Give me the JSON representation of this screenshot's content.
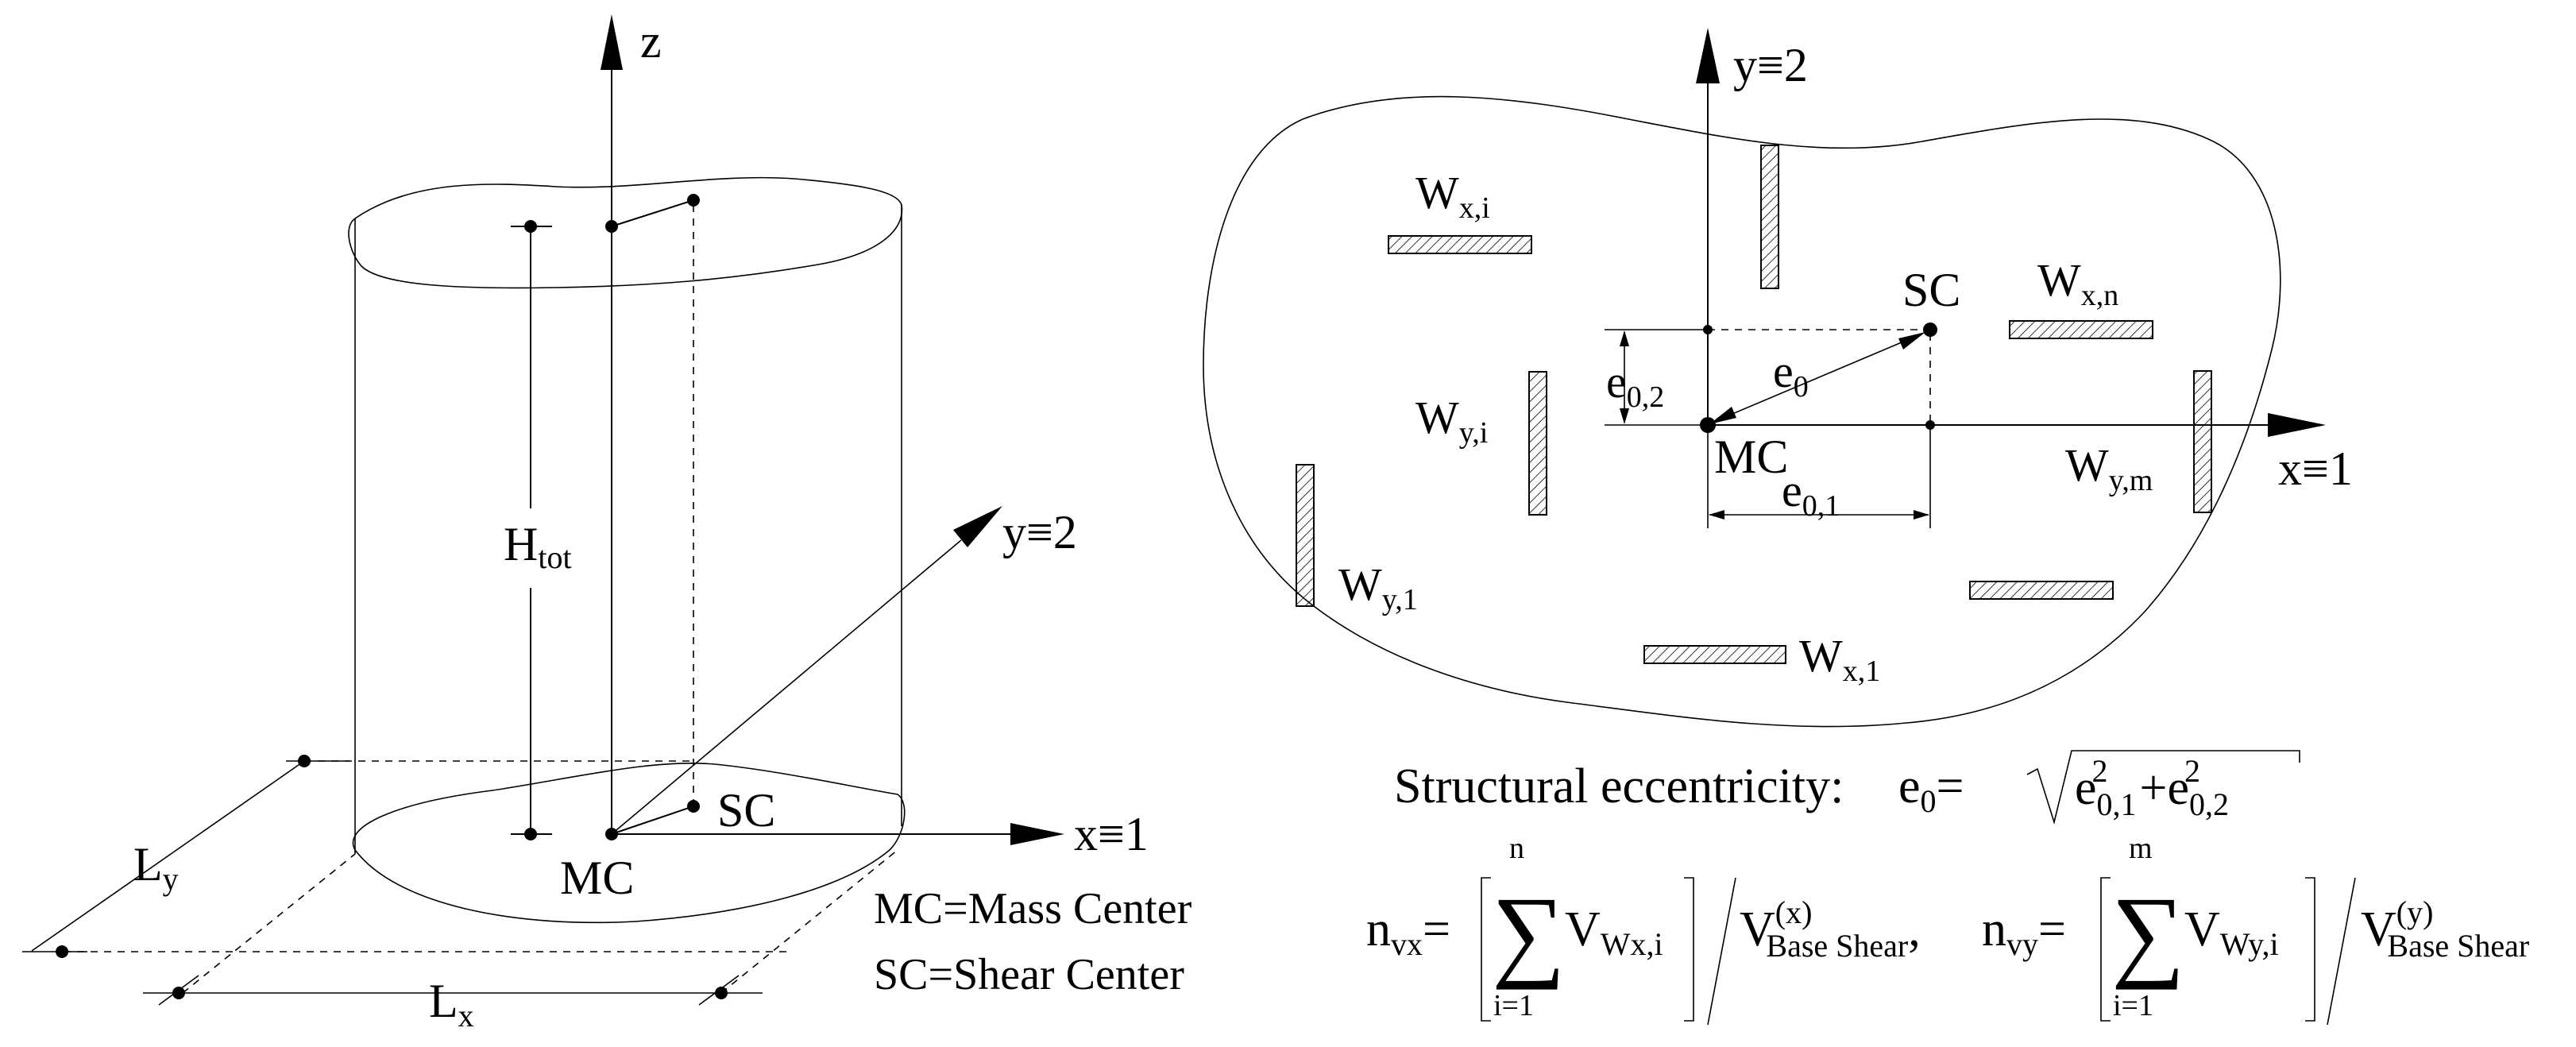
{
  "left_view": {
    "axis_z": "z",
    "axis_x": "x≡1",
    "axis_y": "y≡2",
    "height_symbol": "H",
    "height_sub": "tot",
    "length_x_symbol": "L",
    "length_x_sub": "x",
    "length_y_symbol": "L",
    "length_y_sub": "y",
    "mass_center": "MC",
    "shear_center": "SC"
  },
  "right_view": {
    "axis_x": "x≡1",
    "axis_y": "y≡2",
    "mass_center": "MC",
    "shear_center": "SC",
    "ecc": {
      "sym": "e",
      "sub": "0"
    },
    "ecc1": {
      "sym": "e",
      "sub": "0,1"
    },
    "ecc2": {
      "sym": "e",
      "sub": "0,2"
    },
    "walls": [
      {
        "sym": "W",
        "sub": "x,i"
      },
      {
        "sym": "W",
        "sub": "x,n"
      },
      {
        "sym": "W",
        "sub": "x,1"
      },
      {
        "sym": "W",
        "sub": "y,i"
      },
      {
        "sym": "W",
        "sub": "y,1"
      },
      {
        "sym": "W",
        "sub": "y,m"
      }
    ]
  },
  "legend": {
    "mc_def": "MC=Mass Center",
    "sc_def": "SC=Shear Center"
  },
  "formulas": {
    "eccentricity_label": "Structural eccentricity:",
    "e0_sym": "e",
    "e0_sub": "0",
    "equals": "=",
    "plus": "+",
    "term_sym": "e",
    "term1_sub": "0,1",
    "term2_sub": "0,2",
    "sq": "2",
    "nvx_sym": "n",
    "nvx_sub": "vx",
    "nvy_sym": "n",
    "nvy_sub": "vy",
    "sigma": "∑",
    "sum_lower": "i=1",
    "sum_upper_x": "n",
    "sum_upper_y": "m",
    "v_sym": "V",
    "vwx_sub": "Wx,i",
    "vwy_sub": "Wy,i",
    "base_sub": "Base Shear",
    "base_sup_x": "(x)",
    "base_sup_y": "(y)",
    "comma": ","
  }
}
